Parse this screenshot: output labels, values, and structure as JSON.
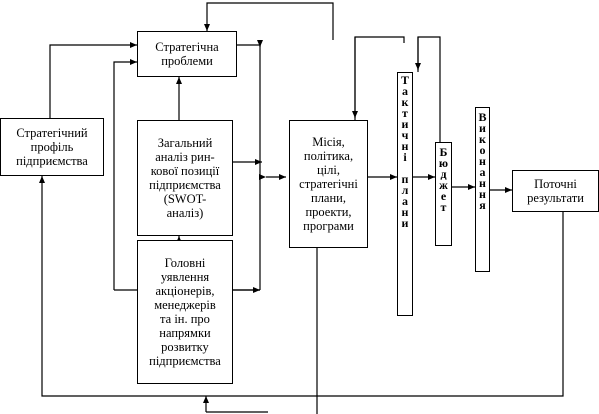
{
  "nodes": {
    "strategic_problems": "Стратегічна\nпроблеми",
    "strategic_profile": "Стратегічний\nпрофіль\nпідприємства",
    "general_analysis": "Загальний\nаналіз рин-\nкової позиції\nпідприємства\n(SWOT-\nаналіз)",
    "main_views": "Головні\nуявлення\nакціонерів,\nменеджерів\nта ін. про\nнапрямки\nрозвитку\nпідприємства",
    "mission": "Місія,\nполітика,\nцілі,\nстратегічні\nплани,\nпроекти,\nпрограми",
    "tactical_plans": [
      "Т",
      "а",
      "к",
      "т",
      "и",
      "ч",
      "н",
      "і",
      "",
      "п",
      "л",
      "а",
      "н",
      "и"
    ],
    "budget": [
      "Б",
      "ю",
      "д",
      "ж",
      "е",
      "т"
    ],
    "execution": [
      "В",
      "и",
      "к",
      "о",
      "н",
      "а",
      "н",
      "н",
      "я"
    ],
    "current_results": "Поточні\nрезультати"
  },
  "colors": {
    "line": "#000000",
    "background": "#ffffff"
  }
}
